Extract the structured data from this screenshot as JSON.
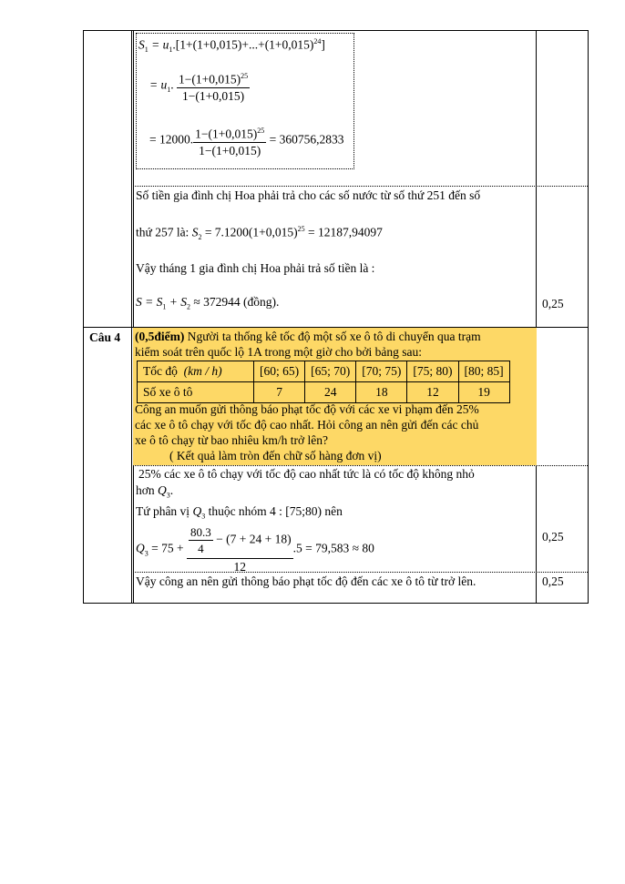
{
  "row1": {
    "s1_line1": [
      "S",
      "1",
      " = u",
      "1",
      ".[1+(1+0,015)+...+(1+0,015)",
      "24",
      "]"
    ],
    "s1_line2": {
      "prefix": "= u",
      "sub": "1",
      ".": ".",
      "num": "1−(1+0,015)",
      "num_sup": "25",
      "den": "1−(1+0,015)"
    },
    "s1_line3": {
      "prefix": "= 12000.",
      "num": "1−(1+0,015)",
      "num_sup": "25",
      "den": "1−(1+0,015)",
      "result": "= 360756,2833"
    }
  },
  "row2": {
    "line1": "Số tiền gia đình chị Hoa phải trả cho các số nước từ số thứ 251 đến số",
    "line2_text": "thứ 257 là: ",
    "line2_math": "S",
    "line2_sub": "2",
    "line2_rest": " = 7.1200(1+0,015)",
    "line2_sup": "25",
    "line2_result": " = 12187,94097",
    "line3": "Vậy tháng 1 gia đình chị Hoa phải trả số tiền là :",
    "line4_math": "S = S",
    "line4_s1": "1",
    " line4_plus": " + S",
    "line4_s2": "2",
    "line4_rest": " ≈ 372944",
    "line4_unit": " (đồng).",
    "score": "0,25"
  },
  "cau4": {
    "label": "Câu 4",
    "points": "(0,5điểm)",
    "intro1": " Người ta thống kê tốc độ một số xe ô tô di chuyển qua trạm",
    "intro2": "kiểm soát trên quốc lộ 1A trong một giờ cho bởi bảng sau:",
    "table": {
      "header_label": "Tốc độ",
      "header_unit": "(km / h)",
      "intervals": [
        "[60; 65)",
        "[65; 70)",
        "[70; 75)",
        "[75; 80)",
        "[80; 85]"
      ],
      "row_label": "Số xe ô tô",
      "counts": [
        "7",
        "24",
        "18",
        "12",
        "19"
      ]
    },
    "q1": "Công an muốn gửi thông báo phạt tốc độ với các xe vi phạm đến  25%",
    "q2": "các xe ô tô chạy với tốc độ cao nhất. Hỏi công an nên gửi đến các chủ",
    "q3": "xe ô tô chạy từ bao nhiêu km/h  trở lên?",
    "q4": "( Kết quả làm tròn đến chữ số hàng đơn vị)"
  },
  "row4": {
    "l1": "25% các xe ô tô chạy với tốc độ cao nhất tức là có tốc độ không nhỏ",
    "l2": "hơn ",
    "q": "Q",
    "q_sub": "3",
    "l3a": "Tứ phân vị ",
    "l3b": " thuộc nhóm 4 : [75;80)  nên",
    "f_lhs": " = 75 + ",
    "f_inner_num": "80.3",
    "f_inner_den": "4",
    "f_minus": " − (7 + 24 + 18)",
    "f_den": "12",
    "f_rest": ".5 = 79,583 ≈ 80",
    "score": "0,25"
  },
  "row5": {
    "text": "Vậy công an nên gửi thông báo phạt tốc độ đến các xe ô tô từ  trở lên.",
    "score": "0,25"
  },
  "colors": {
    "highlight": "#fdd866"
  }
}
